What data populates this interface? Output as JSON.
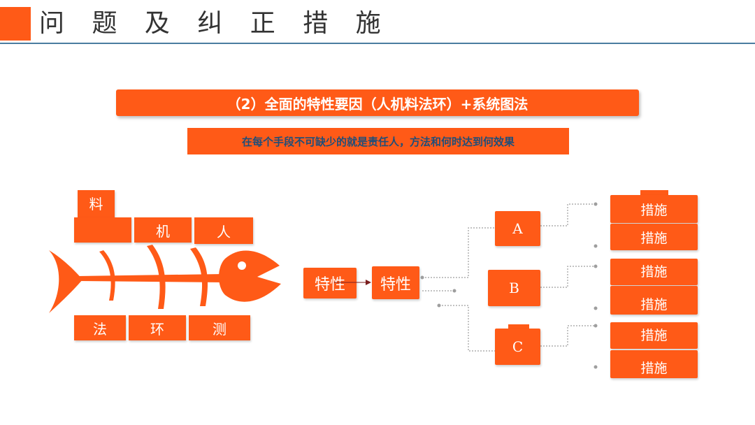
{
  "header": {
    "title": "问 题 及 纠 正 措 施"
  },
  "banner": {
    "primary": "（2）全面的特性要因（人机料法环）+系统图法",
    "secondary": "在每个手段不可缺少的就是责任人，方法和何时达到何效果"
  },
  "fishbone": {
    "labels": {
      "liao": "料",
      "ji": "机",
      "ren": "人",
      "fa": "法",
      "huan": "环",
      "ce": "测"
    }
  },
  "tree": {
    "root1": "特性",
    "root2": "特性",
    "branches": [
      {
        "label": "A",
        "measures": [
          "措施",
          "措施"
        ]
      },
      {
        "label": "B",
        "measures": [
          "措施",
          "措施"
        ]
      },
      {
        "label": "C",
        "measures": [
          "措施",
          "措施"
        ]
      }
    ]
  },
  "colors": {
    "accent": "#FF5A17",
    "rule": "#4A7DA0",
    "banner_text": "#1F4E79",
    "connector": "#9E9E9E"
  }
}
